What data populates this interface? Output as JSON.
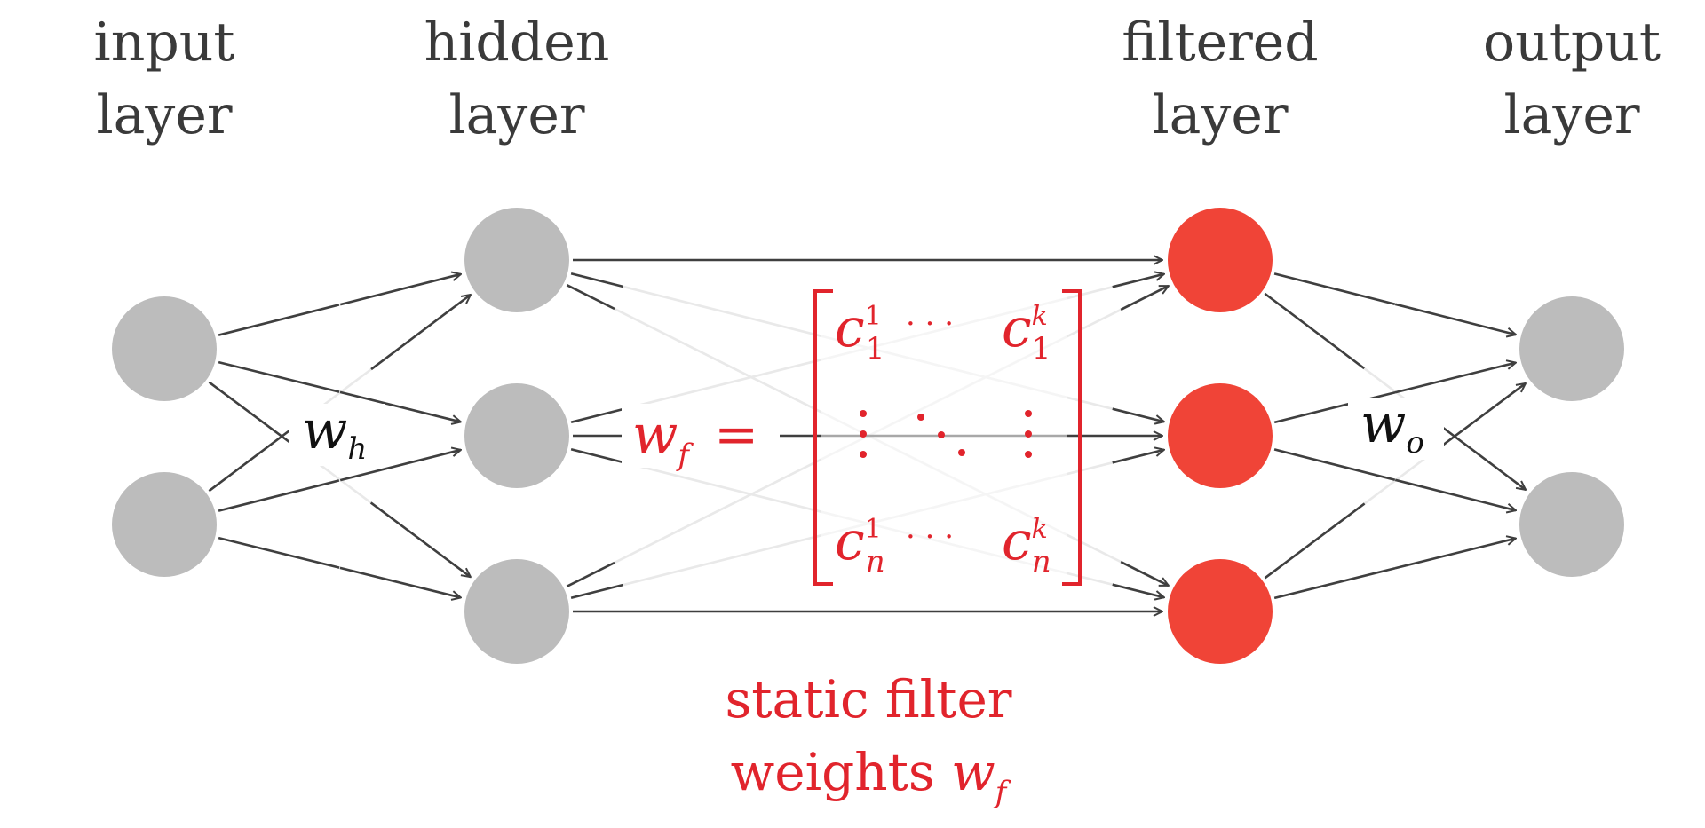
{
  "colors": {
    "node_gray": "#bcbcbc",
    "node_red": "#f04437",
    "edge_dark": "#3f3f3f",
    "edge_light": "#e9e9e9",
    "accent_red": "#e1242c",
    "label_gray": "#3a3a3a"
  },
  "layers": {
    "input": {
      "line1": "input",
      "line2": "layer"
    },
    "hidden": {
      "line1": "hidden",
      "line2": "layer"
    },
    "filtered": {
      "line1": "filtered",
      "line2": "layer"
    },
    "output": {
      "line1": "output",
      "line2": "layer"
    }
  },
  "weights": {
    "wh": {
      "base": "w",
      "sub": "h"
    },
    "wo": {
      "base": "w",
      "sub": "o"
    },
    "wf": {
      "base": "w",
      "sub": "f",
      "equals": "="
    }
  },
  "matrix": {
    "base": "c",
    "top_left": {
      "sup": "1",
      "sub": "1"
    },
    "top_right": {
      "sup": "k",
      "sub": "1"
    },
    "bottom_left": {
      "sup": "1",
      "sub": "n"
    },
    "bottom_right": {
      "sup": "k",
      "sub": "n"
    },
    "hdots": "· · ·"
  },
  "caption": {
    "line1": "static filter",
    "line2_text": "weights ",
    "line2_math_base": "w",
    "line2_math_sub": "f"
  }
}
